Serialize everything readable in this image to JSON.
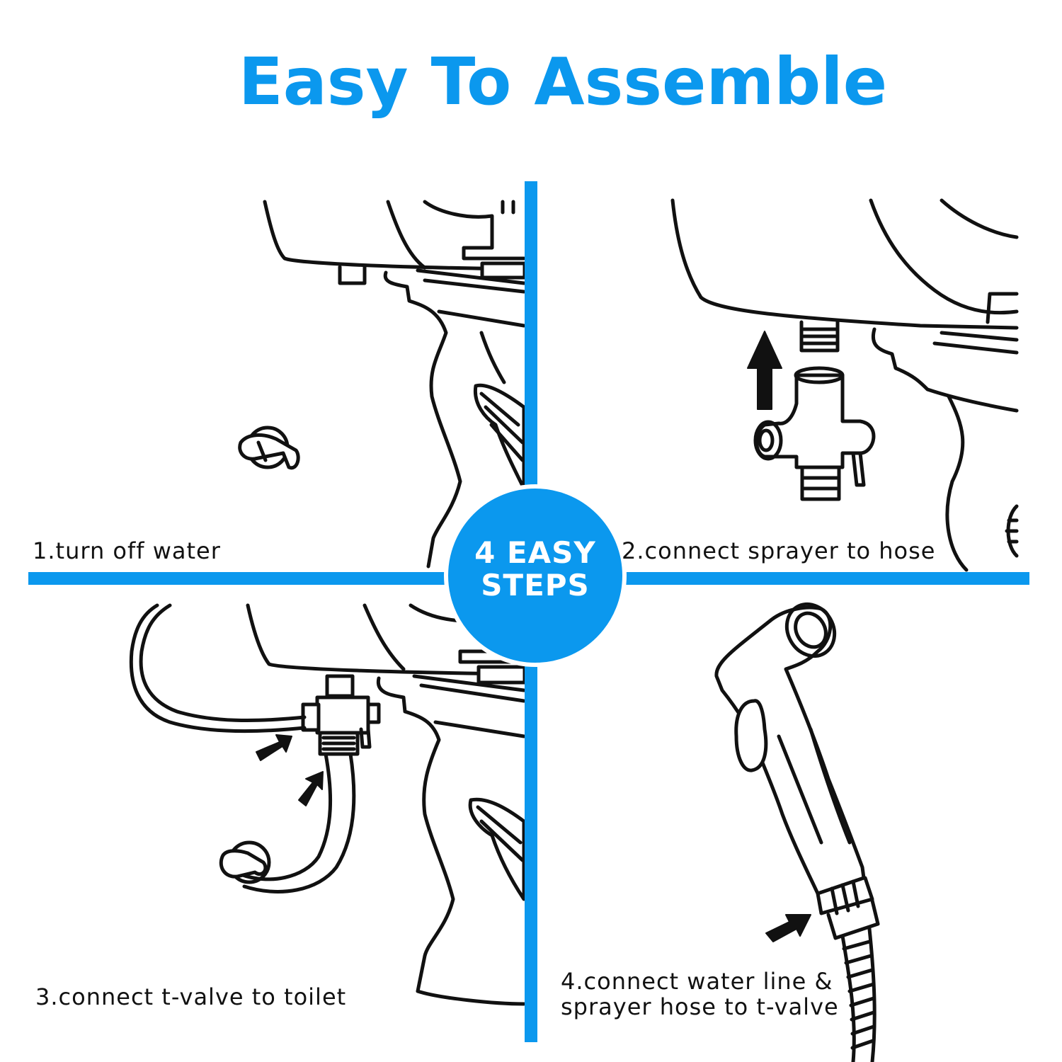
{
  "title": "Easy To Assemble",
  "accent_color": "#0b98ee",
  "badge": {
    "line1": "4 EASY",
    "line2": "STEPS"
  },
  "steps": [
    {
      "label": "1.turn off water",
      "illustration": "toilet-shutoff-valve"
    },
    {
      "label": "2.connect sprayer to hose",
      "illustration": "t-valve-to-tank"
    },
    {
      "label": "3.connect t-valve to toilet",
      "illustration": "t-valve-installed"
    },
    {
      "lines": [
        "4.connect water line &",
        "sprayer hose to t-valve"
      ],
      "illustration": "bidet-sprayer-head"
    }
  ]
}
